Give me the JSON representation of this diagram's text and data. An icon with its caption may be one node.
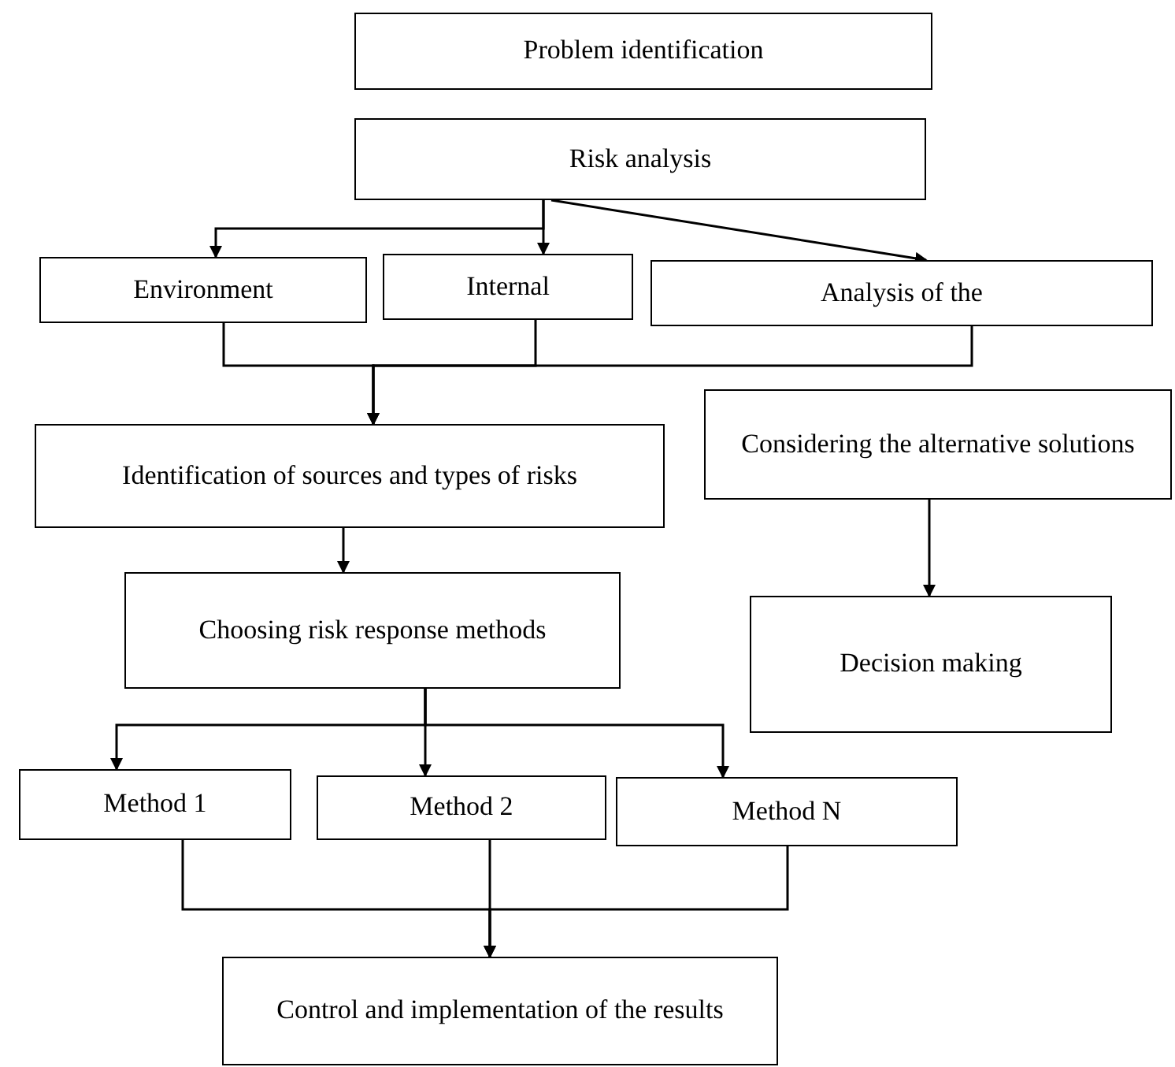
{
  "diagram": {
    "nodes": [
      {
        "text": [
          "Problem identification"
        ]
      },
      {
        "text": [
          "Risk analysis"
        ]
      },
      {
        "text": [
          "Environment"
        ]
      },
      {
        "text": [
          "Internal"
        ]
      },
      {
        "text": [
          "Analysis of the"
        ]
      },
      {
        "text": [
          "Identification of sources and types of risks"
        ]
      },
      {
        "text": [
          "Considering the alternative solutions"
        ]
      },
      {
        "text": [
          "Choosing risk response methods"
        ]
      },
      {
        "text": [
          "Decision making"
        ]
      },
      {
        "text": [
          "Method 1"
        ]
      },
      {
        "text": [
          "Method 2"
        ]
      },
      {
        "text": [
          "Method N"
        ]
      },
      {
        "text": [
          "Control and implementation of the results"
        ]
      }
    ],
    "edges": [
      {
        "from": 1,
        "to": 2,
        "arrow": "to"
      },
      {
        "from": 1,
        "to": 3,
        "arrow": "to"
      },
      {
        "from": 1,
        "to": 4,
        "arrow": "to"
      },
      {
        "from": 2,
        "to": 5,
        "arrow": "to"
      },
      {
        "from": 3,
        "to": 5,
        "arrow": "to"
      },
      {
        "from": 4,
        "to": 5,
        "arrow": "to"
      },
      {
        "from": 5,
        "to": 7,
        "arrow": "to"
      },
      {
        "from": 6,
        "to": 8,
        "arrow": "to"
      },
      {
        "from": 7,
        "to": 9,
        "arrow": "to"
      },
      {
        "from": 7,
        "to": 10,
        "arrow": "to"
      },
      {
        "from": 7,
        "to": 11,
        "arrow": "to"
      },
      {
        "from": 9,
        "to": 12,
        "arrow": "to"
      },
      {
        "from": 10,
        "to": 12,
        "arrow": "to"
      },
      {
        "from": 11,
        "to": 12,
        "arrow": "to"
      }
    ]
  }
}
